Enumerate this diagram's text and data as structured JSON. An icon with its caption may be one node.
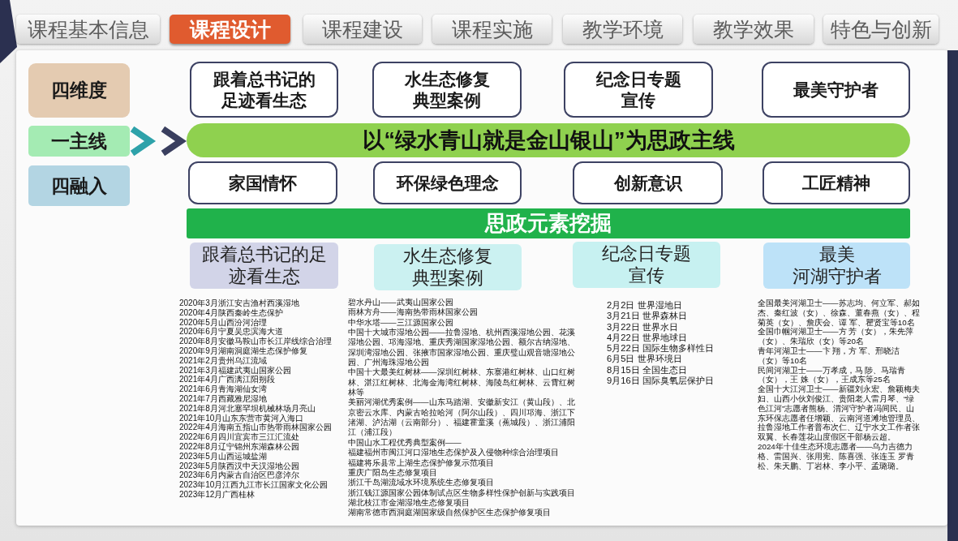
{
  "diagram": {
    "nodes": [
      {
        "text": [
          "课程基本信息"
        ]
      },
      {
        "text": [
          "课程设计"
        ]
      },
      {
        "text": [
          "课程建设"
        ]
      },
      {
        "text": [
          "课程实施"
        ]
      },
      {
        "text": [
          "教学环境"
        ]
      },
      {
        "text": [
          "教学效果"
        ]
      },
      {
        "text": [
          "特色与创新"
        ]
      },
      {
        "text": [
          "四维度"
        ]
      },
      {
        "text": [
          "跟着总书记的足迹看生态"
        ]
      },
      {
        "text": [
          "水生态修复典型案例"
        ]
      },
      {
        "text": [
          "纪念日专题宣传"
        ]
      },
      {
        "text": [
          "最美守护者"
        ]
      },
      {
        "text": [
          "一主线"
        ]
      },
      {
        "text": [
          "以“绿水青山就是金山银山”为思政主线"
        ]
      },
      {
        "text": [
          "四融入"
        ]
      },
      {
        "text": [
          "家国情怀"
        ]
      },
      {
        "text": [
          "环保绿色理念"
        ]
      },
      {
        "text": [
          "创新意识"
        ]
      },
      {
        "text": [
          "工匠精神"
        ]
      },
      {
        "text": [
          "思政元素挖掘"
        ]
      },
      {
        "text": [
          "跟着总书记的足迹看生态"
        ],
        "beside": [
          "2020年3月浙江安吉渔村西溪湿地",
          "2020年4月陕西秦岭生态保护",
          "2020年5月山西汾河治理",
          "2020年6月宁夏吴忠滨海大道",
          "2020年8月安徽马鞍山市长江岸线综合治理",
          "2020年9月湖南洞庭湖生态保护修复",
          "2021年2月贵州乌江流域",
          "2021年3月福建武夷山国家公园",
          "2021年4月广西漓江阳朔段",
          "2021年6月青海湖仙女湾",
          "2021年7月西藏雅尼湿地",
          "2021年8月河北塞罕坝机械林场月亮山",
          "2021年10月山东东营市黄河入海口",
          "2022年4月海南五指山市热带雨林国家公园",
          "2022年6月四川宜宾市三江汇流处",
          "2022年8月辽宁锦州东湖森林公园",
          "2023年5月山西运城盐湖",
          "2023年5月陕西汉中天汉湿地公园",
          "2023年6月内蒙古自治区巴彦淖尔",
          "2023年10月江西九江市长江国家文化公园",
          "2023年12月广西桂林"
        ]
      },
      {
        "text": [
          "水生态修复典型案例"
        ],
        "beside": [
          "碧水丹山——武夷山国家公园",
          "雨林方舟——海南热带雨林国家公园",
          "中华水塔——三江源国家公园",
          "中国十大城市湿地公园——拉鲁湿地、杭州西溪湿地公园、花溪湿地公园、邛海湿地、重庆秀湖国家湿地公园、额尔古纳湿地、深圳湾湿地公园、张掖市国家湿地公园、重庆璧山观音塘湿地公园、广州海珠湿地公园",
          "中国十大最美红树林——深圳红树林、东寨港红树林、山口红树林、湛江红树林、北海金海湾红树林、海陵岛红树林、云霄红树林等",
          "美丽河湖优秀案例——山东马踏湖、安徽新安江（黄山段）、北京密云水库、内蒙古哈拉哈河（阿尔山段）、四川邛海、浙江下渚湖、泸沽湖（云南部分）、福建霍童溪（蕉城段）、浙江浦阳江（浦江段）",
          "中国山水工程优秀典型案例——",
          "福建福州市闽江河口湿地生态保护及入侵物种综合治理项目",
          "福建将乐县常上湖生态保护修复示范项目",
          "重庆广阳岛生态修复项目",
          "浙江千岛湖流域水环境系统生态修复项目",
          "浙江钱江源国家公园体制试点区生物多样性保护创新与实践项目",
          "湖北枝江市金湖湿地生态修复项目",
          "湖南常德市西洞庭湖国家级自然保护区生态保护修复项目"
        ]
      },
      {
        "text": [
          "纪念日专题宣传"
        ],
        "beside": [
          "2月2日 世界湿地日",
          "3月21日 世界森林日",
          "3月22日 世界水日",
          "4月22日 世界地球日",
          "5月22日 国际生物多样性日",
          "6月5日 世界环境日",
          "8月15日 全国生态日",
          "9月16日 国际臭氧层保护日"
        ]
      },
      {
        "text": [
          "最美河湖守护者"
        ],
        "beside": [
          "全国最美河湖卫士——苏志均、何立军、郝如杰、秦红波（女）、徐森、董春燕（女）、程菊英（女）、詹庆会、谭 军、瞿贤宝等10名",
          "全国巾帼河湖卫士——方 芳（女），朱先萍（女）、朱瑞欣（女）等20名",
          "青年河湖卫士——卞 翔，方 军、邢晓洁（女）等10名",
          "民间河湖卫士——万孝成，马 陟、马瑞青（女），王 姝（女），王成东等25名",
          "全国十大江河卫士——新疆刘永宏、詹颖梅夫妇、山西小伙刘俊江、贵阳老人雷月琴、“绿色江河”志愿者熊杨、渭河守护者冯间民、山东环保志愿者任增颖、云南河道滩地管理员、拉鲁湿地工作者普布次仁、辽宁水文工作者张双翼、长春莲花山度假区干部杨云超。",
          "2024年十佳生态环境志愿者——乌力吉德力格、雷国兴、张用宪、陈喜强、张连玉 罗青松、朱天鹏、丁岩林、李小平、孟璐璐。"
        ]
      }
    ],
    "edges": [
      {
        "from": 12,
        "to": 13,
        "arrow": "to"
      }
    ]
  }
}
